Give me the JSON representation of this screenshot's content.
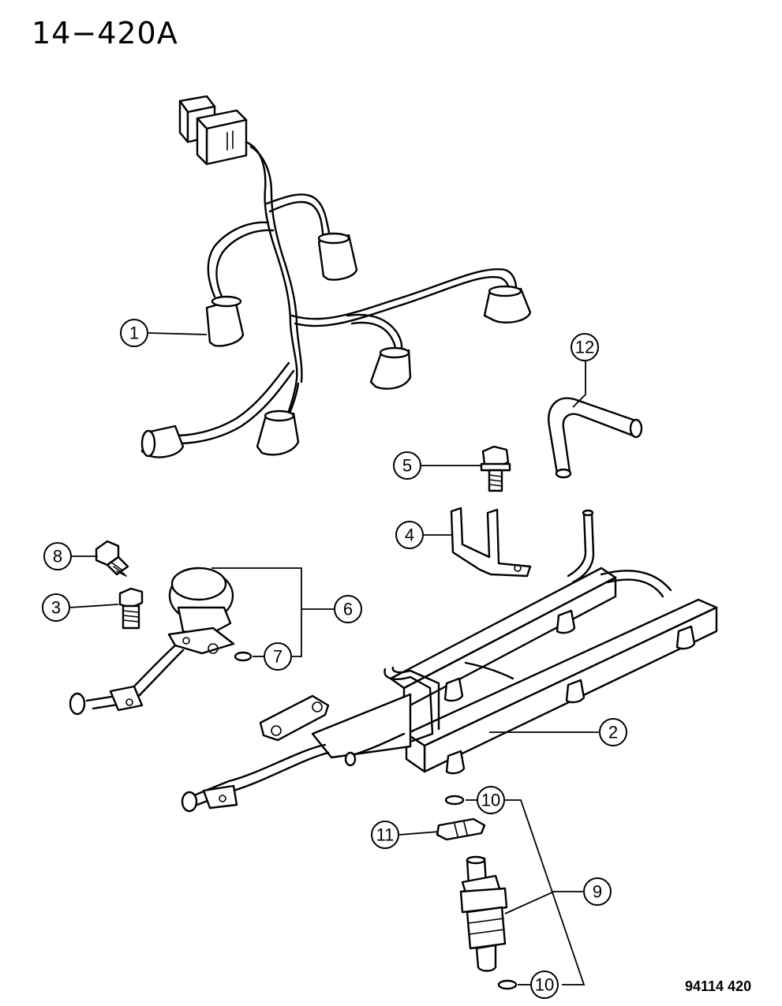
{
  "header": {
    "diagram_number": "14−420A"
  },
  "footer": {
    "drawing_code": "94114  420"
  },
  "callouts": {
    "c1": "1",
    "c2": "2",
    "c3": "3",
    "c4": "4",
    "c5": "5",
    "c6": "6",
    "c7": "7",
    "c8": "8",
    "c9": "9",
    "c10a": "10",
    "c10b": "10",
    "c11": "11",
    "c12": "12"
  }
}
